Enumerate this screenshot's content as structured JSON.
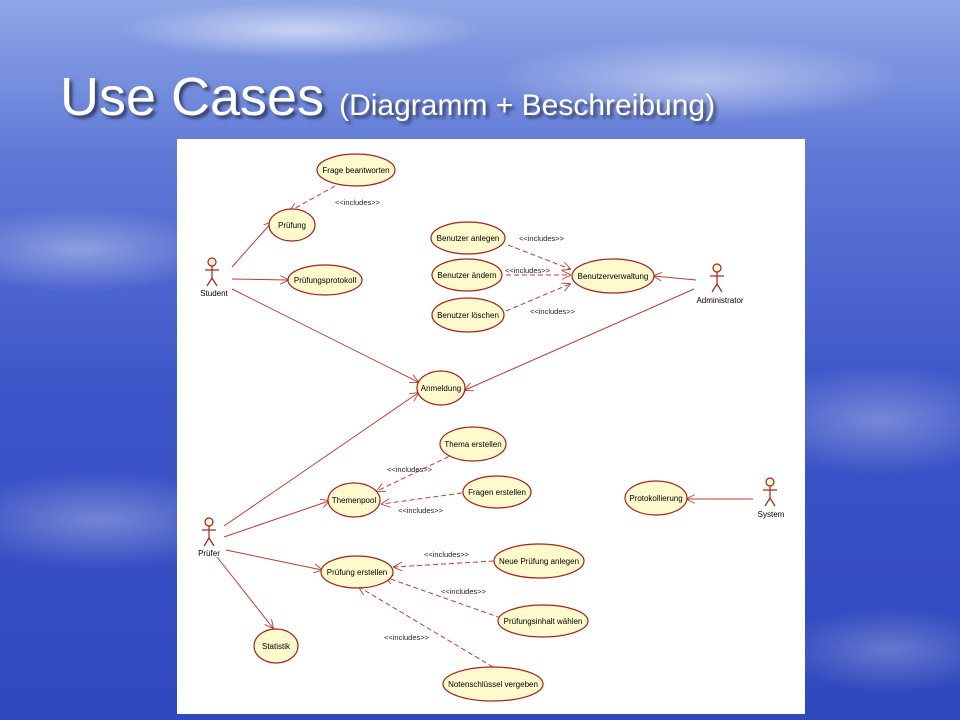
{
  "slide": {
    "title": "Use Cases",
    "subtitle": "(Diagramm + Beschreibung)"
  },
  "diagram": {
    "actors": {
      "student": "Student",
      "administrator": "Administrator",
      "pruefer": "Prüfer",
      "system": "System"
    },
    "use_cases": {
      "frage_beantworten": "Frage beantworten",
      "pruefung": "Prüfung",
      "pruefungsprotokoll": "Prüfungsprotokoll",
      "benutzer_anlegen": "Benutzer anlegen",
      "benutzer_aendern": "Benutzer ändern",
      "benutzer_loeschen": "Benutzer löschen",
      "benutzerverwaltung": "Benutzerverwaltung",
      "anmeldung": "Anmeldung",
      "thema_erstellen": "Thema erstellen",
      "themenpool": "Themenpool",
      "fragen_erstellen": "Fragen erstellen",
      "protokollierung": "Protokollierung",
      "pruefung_erstellen": "Prüfung erstellen",
      "neue_pruefung_anlegen": "Neue Prüfung anlegen",
      "pruefungsinhalt_waehlen": "Prüfungsinhalt wählen",
      "statistik": "Statistik",
      "notenschluessel_vergeben": "Notenschlüssel vergeben"
    },
    "includes_label": "<<includes>>"
  }
}
